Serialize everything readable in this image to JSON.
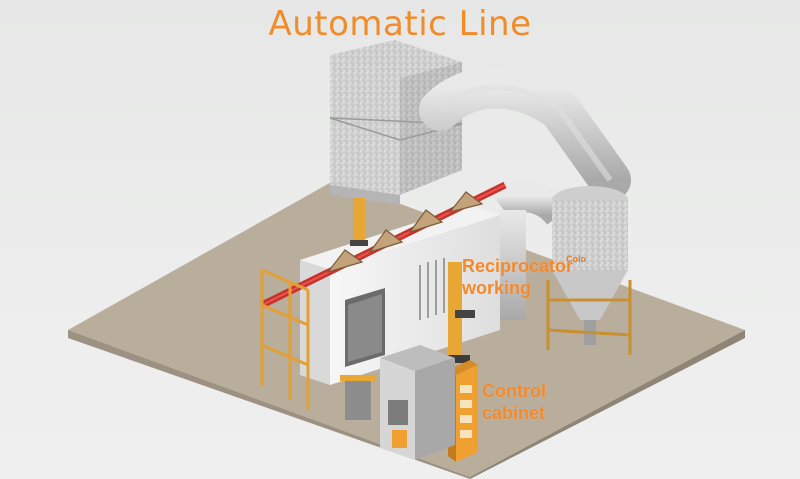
{
  "title": "Automatic Line",
  "labels": {
    "reciprocator": {
      "line1": "Reciprocator",
      "line2": "working"
    },
    "control_cabinet": {
      "line1": "Control",
      "line2": "cabinet"
    }
  },
  "colors": {
    "title": "#f08c2a",
    "label": "#f5892a",
    "floor": "#b7aa98",
    "booth": "#eeeeee",
    "duct": "#d2d2d2",
    "rail": "#c9312b",
    "frame": "#e8a13a",
    "cabinet": "#f0a030"
  }
}
